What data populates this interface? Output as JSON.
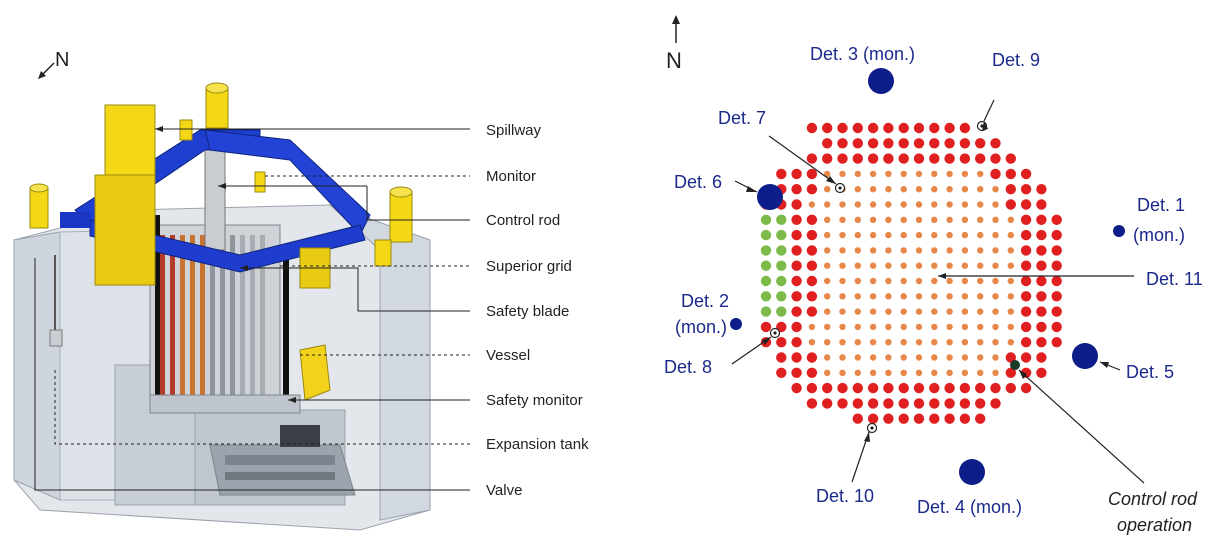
{
  "left": {
    "north": "N",
    "labels": {
      "spillway": "Spillway",
      "monitor": "Monitor",
      "control_rod": "Control rod",
      "superior_grid": "Superior grid",
      "safety_blade": "Safety blade",
      "vessel": "Vessel",
      "safety_monitor": "Safety monitor",
      "expansion_tank": "Expansion tank",
      "valve": "Valve"
    }
  },
  "right": {
    "north": "N",
    "detectors": {
      "det1a": "Det. 1",
      "det1b": "(mon.)",
      "det2a": "Det. 2",
      "det2b": "(mon.)",
      "det3": "Det. 3 (mon.)",
      "det4": "Det. 4 (mon.)",
      "det5": "Det. 5",
      "det6": "Det. 6",
      "det7": "Det. 7",
      "det8": "Det. 8",
      "det9": "Det. 9",
      "det10": "Det. 10",
      "det11": "Det. 11"
    },
    "control_rod_a": "Control rod",
    "control_rod_b": "operation",
    "colors": {
      "outer_rods": "#e02020",
      "fuel_core": "#e8874a",
      "green_rods": "#7cbb4a",
      "detector": "#0d1d8a",
      "label_blue": "#1b2a8a"
    }
  }
}
